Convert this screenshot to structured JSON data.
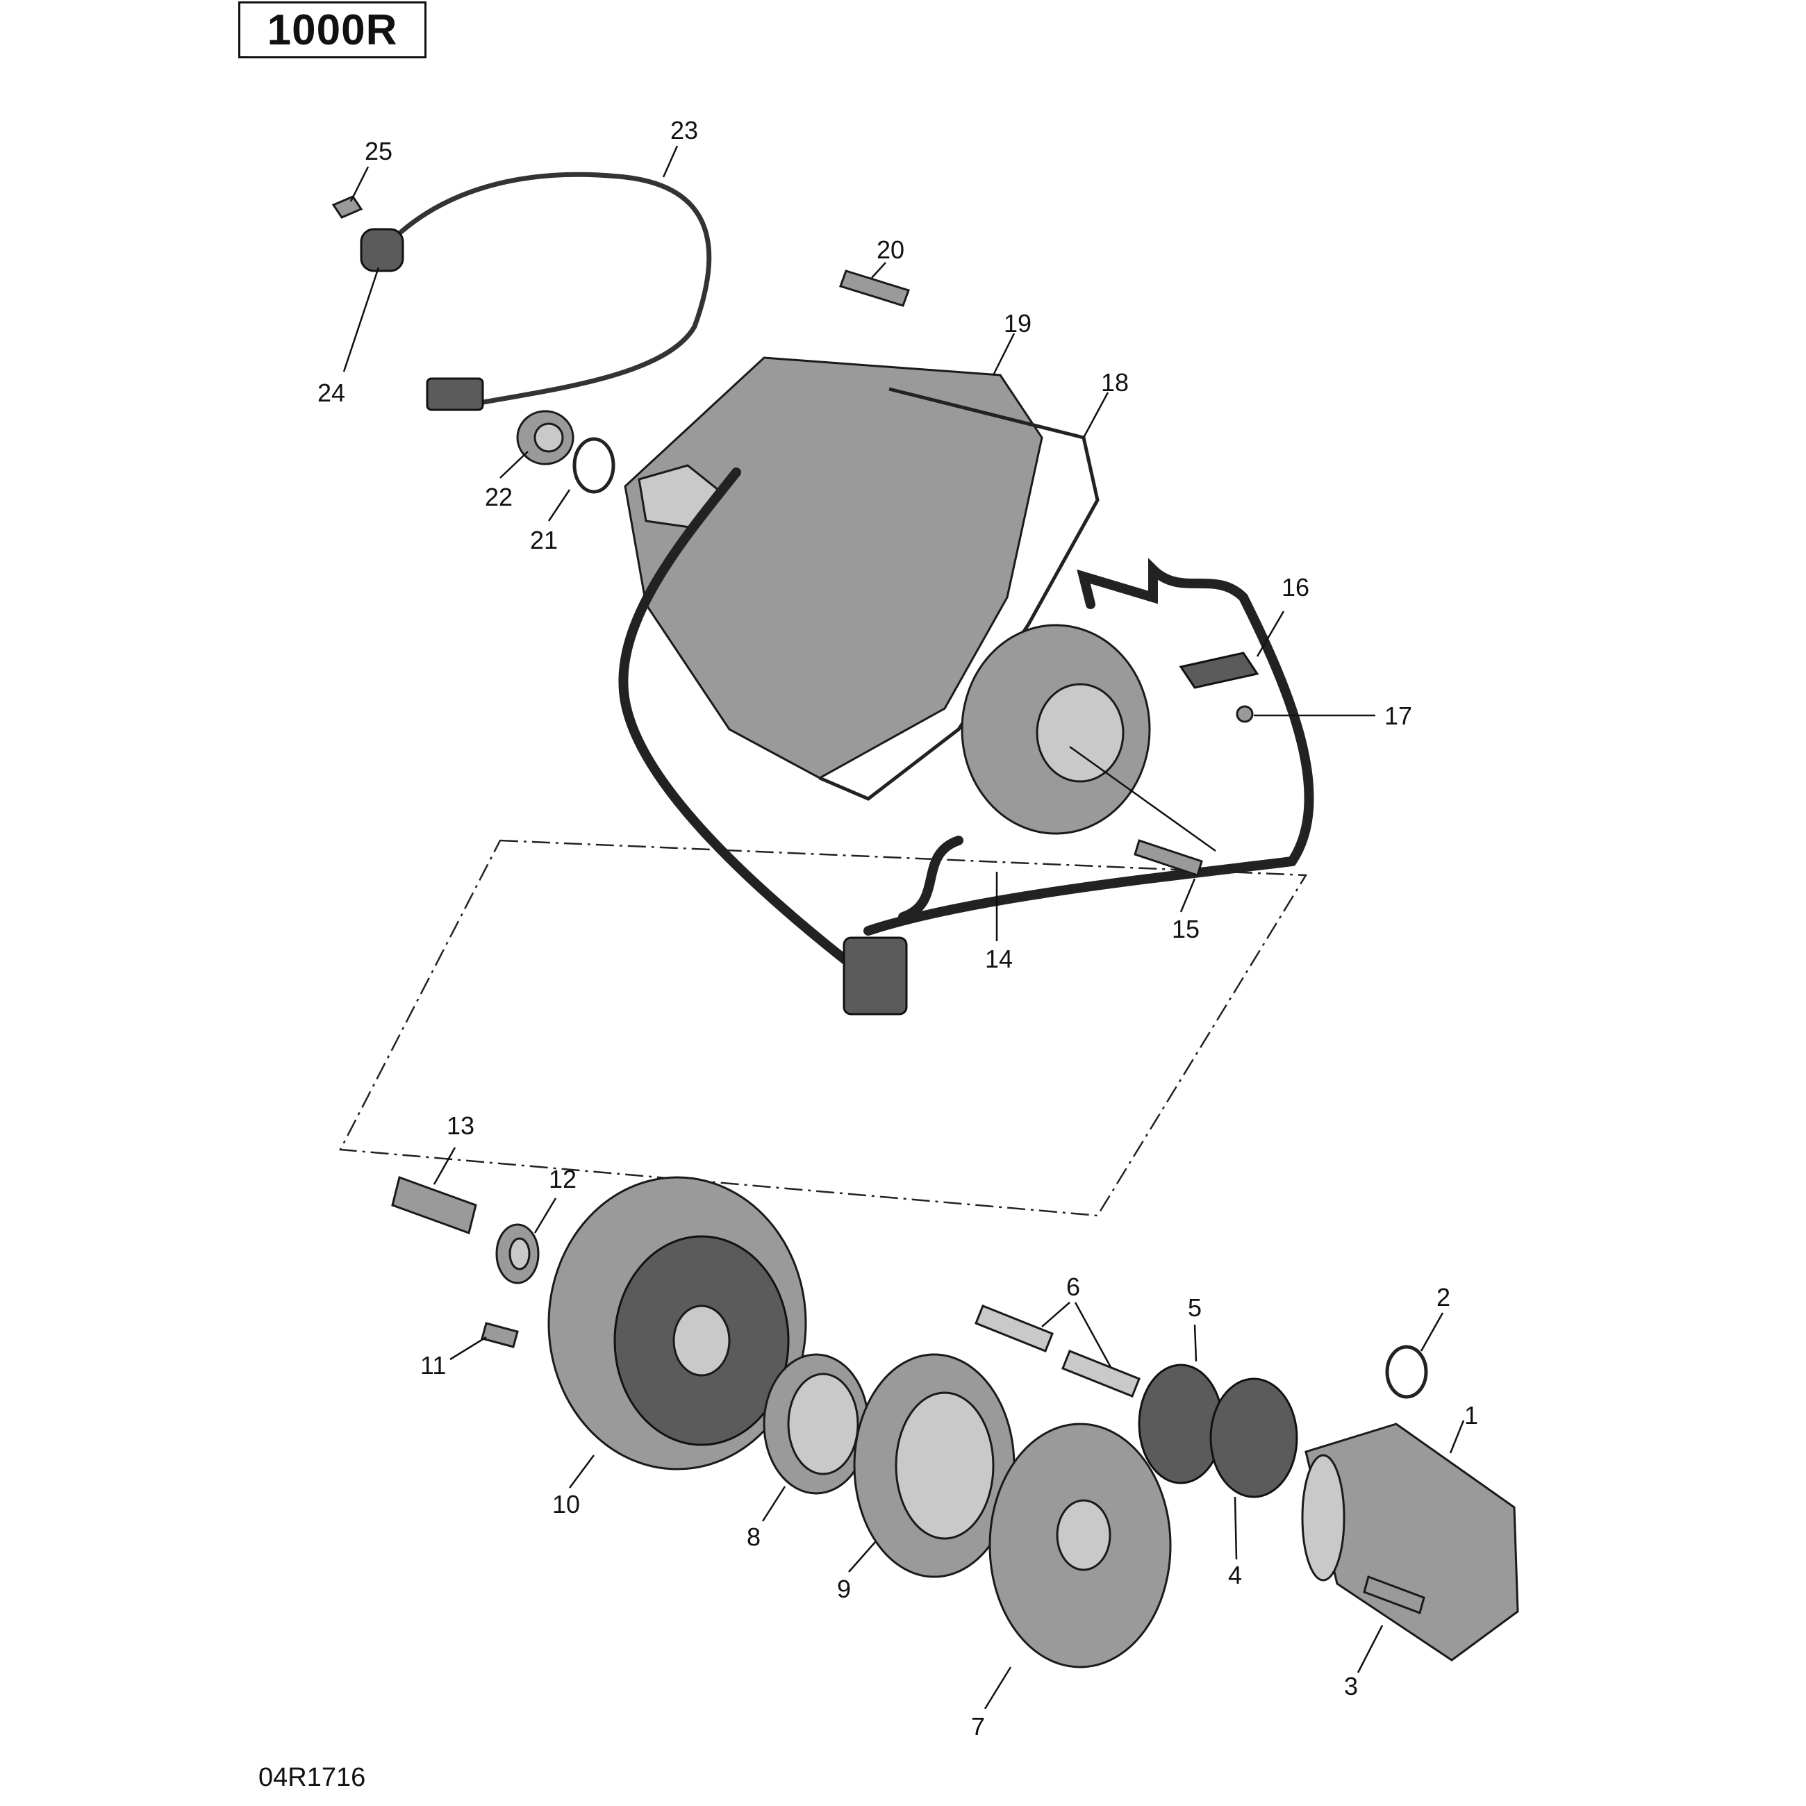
{
  "header": {
    "model_label": "1000R"
  },
  "footer": {
    "reference_code": "04R1716"
  },
  "callouts": {
    "c1": "1",
    "c2": "2",
    "c3": "3",
    "c4": "4",
    "c5": "5",
    "c6": "6",
    "c7": "7",
    "c8": "8",
    "c9": "9",
    "c10": "10",
    "c11": "11",
    "c12": "12",
    "c13": "13",
    "c14": "14",
    "c15": "15",
    "c16": "16",
    "c17": "17",
    "c18": "18",
    "c19": "19",
    "c20": "20",
    "c21": "21",
    "c22": "22",
    "c23": "23",
    "c24": "24",
    "c25": "25"
  },
  "colors": {
    "part_gray": "#9a9a9a",
    "part_dark": "#5b5b5b",
    "line": "#111111"
  }
}
